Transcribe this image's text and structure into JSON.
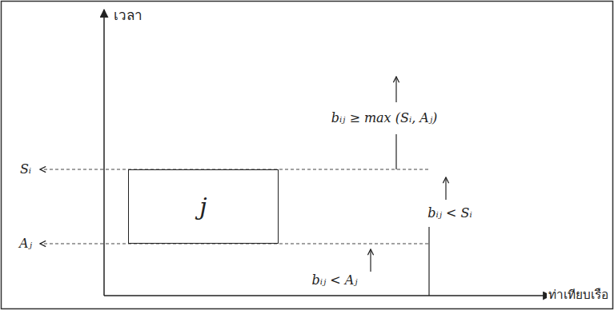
{
  "diagram": {
    "nodes": [
      {
        "text": [
          "j"
        ]
      }
    ],
    "labels": [
      "เวลา",
      "Sᵢ",
      "Aⱼ",
      "bᵢⱼ ≥ max (Sᵢ, Aⱼ)",
      "bᵢⱼ < Sᵢ",
      "bᵢⱼ < Aⱼ",
      "ท่าเทียบเรือ"
    ]
  }
}
